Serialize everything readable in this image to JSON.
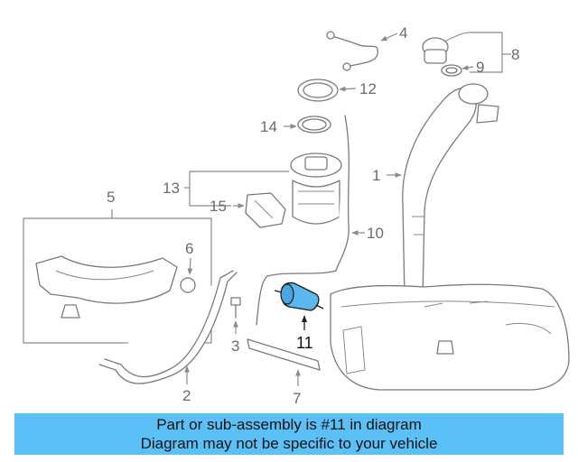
{
  "diagram": {
    "callouts": {
      "c1": "1",
      "c2": "2",
      "c3": "3",
      "c4": "4",
      "c5": "5",
      "c6": "6",
      "c7": "7",
      "c8": "8",
      "c9": "9",
      "c10": "10",
      "c11": "11",
      "c12": "12",
      "c13": "13",
      "c14": "14",
      "c15": "15"
    },
    "highlighted_part": "11",
    "colors": {
      "highlight": "#5bb8ee",
      "line": "#7a7a7a",
      "banner": "#5bc0f5"
    }
  },
  "banner": {
    "line1": "Part or sub-assembly is #11 in diagram",
    "line2": "Diagram may not be specific to your vehicle"
  }
}
